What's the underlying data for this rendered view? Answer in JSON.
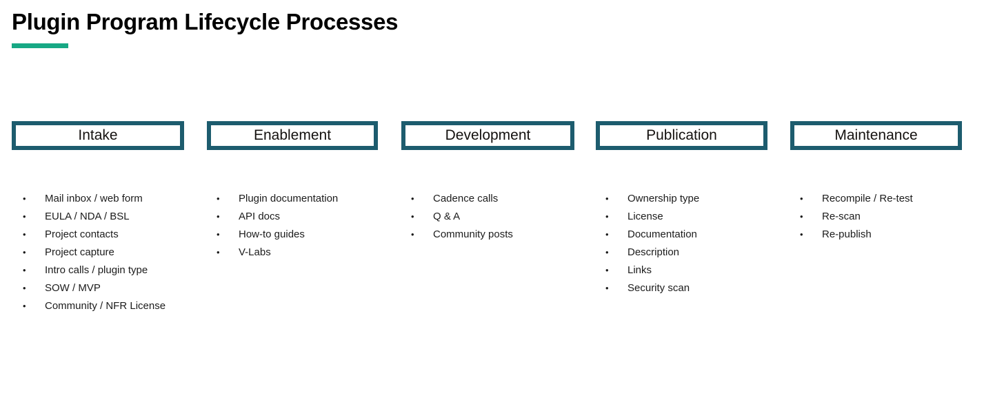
{
  "slide": {
    "title": "Plugin Program Lifecycle Processes",
    "accent_color": "#17A884",
    "box_border_color": "#1D5C6E",
    "background_color": "#FFFFFF",
    "text_color": "#1B1B1B",
    "bullet_glyph": "•"
  },
  "stages": [
    {
      "name": "Intake",
      "items": [
        "Mail inbox / web form",
        "EULA / NDA / BSL",
        "Project contacts",
        "Project capture",
        "Intro calls / plugin type",
        "SOW / MVP",
        "Community / NFR License"
      ]
    },
    {
      "name": "Enablement",
      "items": [
        "Plugin documentation",
        "API docs",
        "How-to guides",
        "V-Labs"
      ]
    },
    {
      "name": "Development",
      "items": [
        "Cadence calls",
        "Q & A",
        "Community posts"
      ]
    },
    {
      "name": "Publication",
      "items": [
        "Ownership type",
        "License",
        "Documentation",
        "Description",
        "Links",
        "Security scan"
      ]
    },
    {
      "name": "Maintenance",
      "items": [
        "Recompile / Re-test",
        "Re-scan",
        "Re-publish"
      ]
    }
  ]
}
